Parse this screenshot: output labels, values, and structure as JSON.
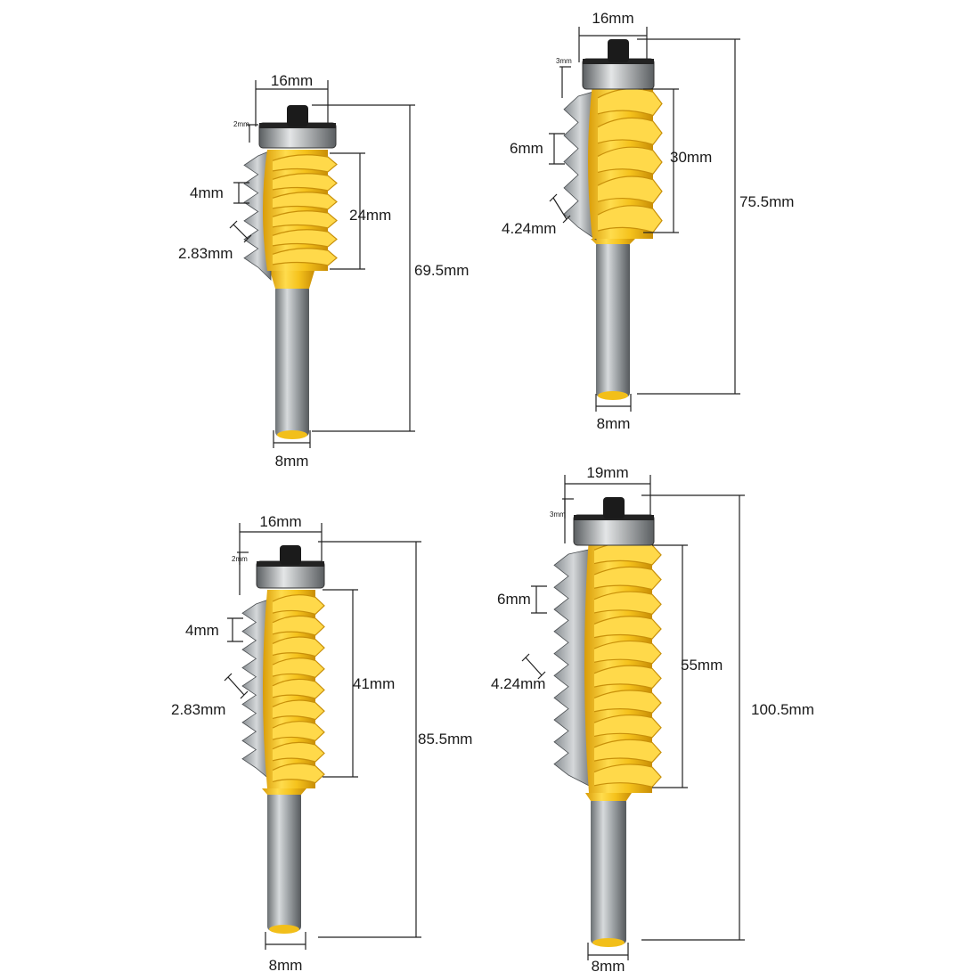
{
  "colors": {
    "yellow": "#f2bf1a",
    "yellow_light": "#ffd94a",
    "yellow_dark": "#c8900a",
    "steel": "#9aa0a4",
    "steel_dark": "#5f6467",
    "black": "#1b1b1b",
    "background": "#ffffff"
  },
  "icons": [
    "router-bit-icon"
  ],
  "bits": [
    {
      "top_width": "16mm",
      "bearing_gap": "2mm",
      "tooth_pitch": "4mm",
      "tooth_depth": "2.83mm",
      "cut_height": "24mm",
      "overall_length": "69.5mm",
      "shank": "8mm"
    },
    {
      "top_width": "16mm",
      "bearing_gap": "3mm",
      "tooth_pitch": "6mm",
      "tooth_depth": "4.24mm",
      "cut_height": "30mm",
      "overall_length": "75.5mm",
      "shank": "8mm"
    },
    {
      "top_width": "16mm",
      "bearing_gap": "2mm",
      "tooth_pitch": "4mm",
      "tooth_depth": "2.83mm",
      "cut_height": "41mm",
      "overall_length": "85.5mm",
      "shank": "8mm"
    },
    {
      "top_width": "19mm",
      "bearing_gap": "3mm",
      "tooth_pitch": "6mm",
      "tooth_depth": "4.24mm",
      "cut_height": "55mm",
      "overall_length": "100.5mm",
      "shank": "8mm"
    }
  ]
}
